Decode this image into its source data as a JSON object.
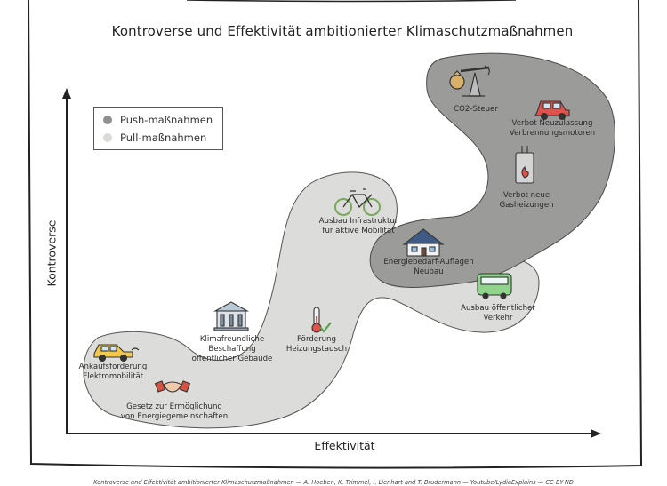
{
  "title": "Kontroverse und Effektivität ambitionierter Klimaschutzmaßnahmen",
  "axes": {
    "x_label": "Effektivität",
    "y_label": "Kontroverse"
  },
  "legend": {
    "items": [
      {
        "label": "Push-maßnahmen",
        "color": "#8f8f8f"
      },
      {
        "label": "Pull-maßnahmen",
        "color": "#dadad8"
      }
    ]
  },
  "colors": {
    "push_region": "#9b9b9a",
    "pull_region": "#dcdcda",
    "frame": "#222222"
  },
  "measures": [
    {
      "label_1": "CO2-Steuer",
      "label_2": "",
      "category": "push",
      "icon": "oil-pump-tax-icon"
    },
    {
      "label_1": "Verbot Neuzulassung",
      "label_2": "Verbrennungsmotoren",
      "category": "push",
      "icon": "red-car-icon"
    },
    {
      "label_1": "Verbot neue",
      "label_2": "Gasheizungen",
      "category": "push",
      "icon": "gas-boiler-icon"
    },
    {
      "label_1": "Energiebedarf-Auflagen",
      "label_2": "Neubau",
      "category": "push",
      "icon": "solar-house-icon"
    },
    {
      "label_1": "Ausbau Infrastruktur",
      "label_2": "für aktive Mobilität",
      "category": "pull",
      "icon": "bicycle-icon"
    },
    {
      "label_1": "Ausbau öffentlicher",
      "label_2": "Verkehr",
      "category": "pull",
      "icon": "bus-icon"
    },
    {
      "label_1": "Förderung",
      "label_2": "Heizungstausch",
      "category": "pull",
      "icon": "thermometer-check-icon"
    },
    {
      "label_1": "Klimafreundliche",
      "label_2": "Beschaffung",
      "label_3": "öffentlicher Gebäude",
      "category": "pull",
      "icon": "public-building-icon"
    },
    {
      "label_1": "Ankaufsförderung",
      "label_2": "Elektromobilität",
      "category": "pull",
      "icon": "electric-car-icon"
    },
    {
      "label_1": "Gesetz zur Ermöglichung",
      "label_2": "von Energiegemeinschaften",
      "category": "pull",
      "icon": "handshake-icon"
    }
  ],
  "footer": "Kontroverse und Effektivität ambitionierter Klimaschutzmaßnahmen — A. Hoeben, K. Trimmel, I. Lienhart and T. Brudermann — Youtube/LydiaExplains — CC-BY-ND"
}
